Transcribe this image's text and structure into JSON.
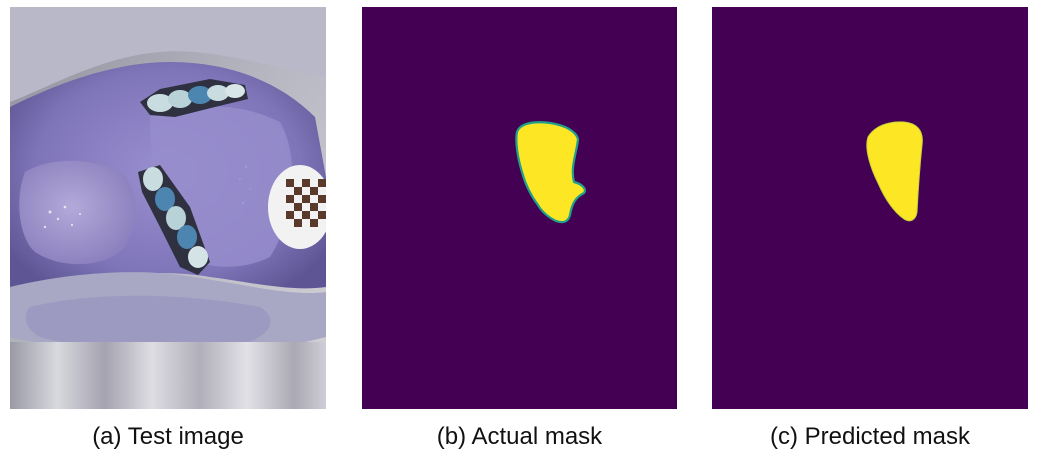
{
  "figure": {
    "panels": [
      {
        "id": "a",
        "caption": "(a) Test image",
        "content": "oral cavity photograph with checkerboard reference marker"
      },
      {
        "id": "b",
        "caption": "(b) Actual mask",
        "content": "ground-truth segmentation mask"
      },
      {
        "id": "c",
        "caption": "(c) Predicted mask",
        "content": "model-predicted segmentation mask"
      }
    ],
    "colors": {
      "mask_background": "#440154",
      "mask_foreground": "#fde725",
      "mask_edge": "#21a08a",
      "tissue": "#8a80c4",
      "tissue_light": "#a69fd6",
      "teeth": "#c9dde0",
      "teeth_blue": "#4c86b0",
      "frame_grey": "#c8c8cc"
    }
  }
}
